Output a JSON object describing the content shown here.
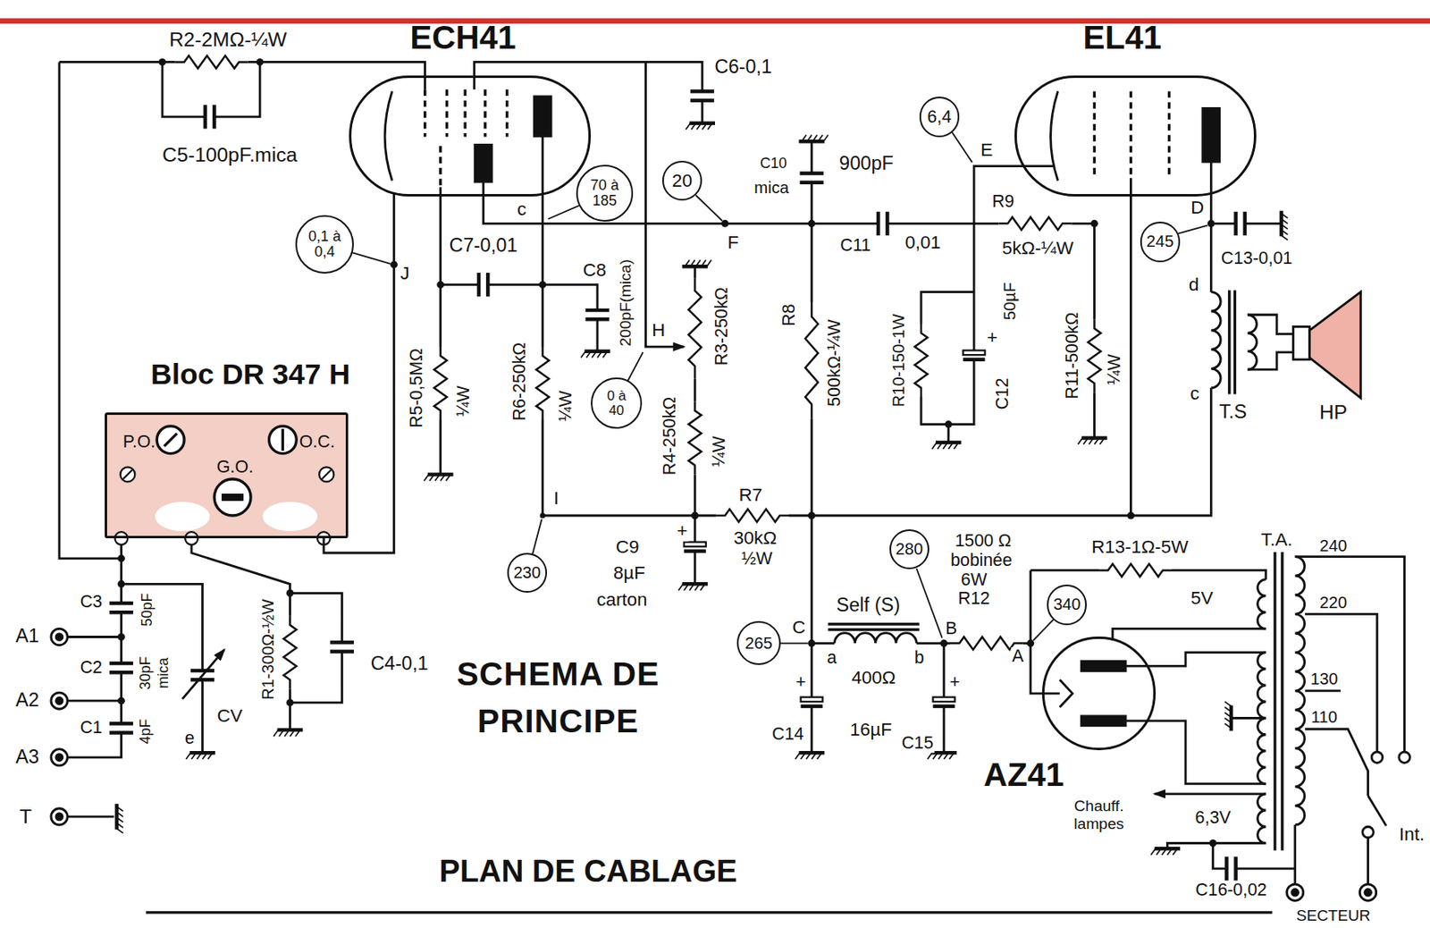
{
  "diagram": {
    "title": "SCHEMA DE PRINCIPE",
    "nodes": [
      {
        "text": [
          "ECH41"
        ]
      },
      {
        "text": [
          "EL41"
        ]
      },
      {
        "text": [
          "6,4"
        ]
      },
      {
        "text": [
          "20"
        ]
      },
      {
        "text": [
          "70 à 185"
        ]
      },
      {
        "text": [
          "245"
        ]
      },
      {
        "text": [
          "0,1 à 0,4"
        ]
      },
      {
        "text": [
          "Bloc DR 347 H",
          "P.O.",
          "G.O.",
          "O.C."
        ]
      },
      {
        "text": [
          "0 à 40"
        ]
      },
      {
        "text": [
          "280"
        ]
      },
      {
        "text": [
          "230"
        ]
      },
      {
        "text": [
          "340"
        ]
      },
      {
        "text": [
          "265"
        ]
      },
      {
        "text": [
          "AZ41"
        ]
      }
    ],
    "edges": [
      {
        "from": 7,
        "to": 0,
        "arrow": "none"
      }
    ],
    "labels": [
      "R2-2MΩ-¼W",
      "C5-100pF.mica",
      "C6-0,1",
      "C10",
      "mica",
      "900pF",
      "c",
      "F",
      "E",
      "R9",
      "5kΩ-¼W",
      "C11",
      "0,01",
      "D",
      "C13-0,01",
      "d",
      "C7-0,01",
      "C8",
      "200pF(mica)",
      "J",
      "H",
      "R5-0,5MΩ",
      "¼W",
      "R6-250kΩ",
      "¼W",
      "R3-250kΩ",
      "R4-250kΩ",
      "¼W",
      "R8",
      "500kΩ-¼W",
      "R10-150-1W",
      "+",
      "50µF",
      "C12",
      "R11-500kΩ",
      "¼W",
      "c",
      "T.S",
      "HP",
      "I",
      "R7",
      "30kΩ",
      "½W",
      "+",
      "C9",
      "8µF",
      "carton",
      "1500 Ω",
      "bobinée",
      "6W",
      "R12",
      "R13-1Ω-5W",
      "T.A.",
      "240",
      "220",
      "130",
      "110",
      "5V",
      "Self (S)",
      "C",
      "a",
      "b",
      "B",
      "A",
      "400Ω",
      "C3",
      "50pF",
      "A1",
      "C2",
      "30pF",
      "mica",
      "A2",
      "C1",
      "4pF",
      "A3",
      "T",
      "CV",
      "e",
      "R1-300Ω-½W",
      "C4-0,1",
      "+",
      "C14",
      "16µF",
      "+",
      "C15",
      "Chauff. lampes",
      "6,3V",
      "Int.",
      "C16-0,02",
      "SECTEUR",
      "PLAN DE CABLAGE"
    ]
  }
}
